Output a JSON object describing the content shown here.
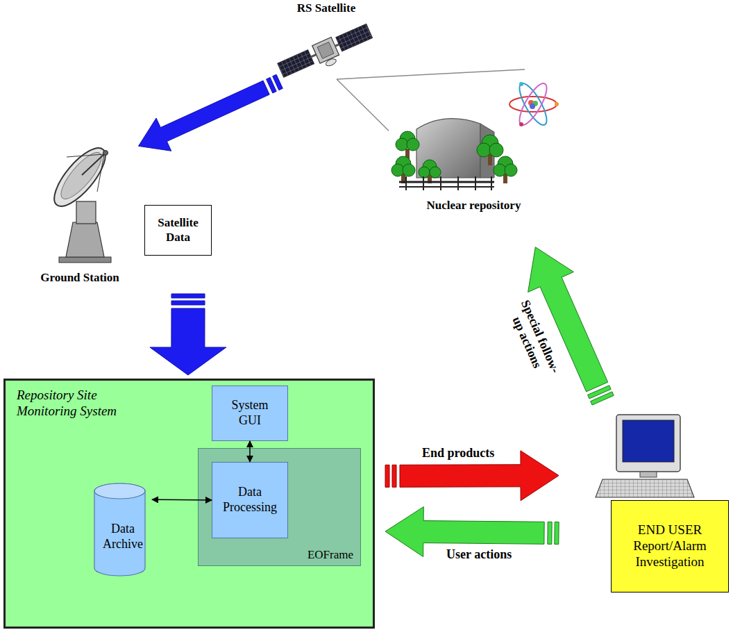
{
  "diagram": {
    "nodes": [
      {
        "text": [
          "RS Satellite"
        ]
      },
      {
        "text": [
          "Ground Station"
        ]
      },
      {
        "text": [
          "Satellite Data"
        ]
      },
      {
        "text": [
          "Nuclear repository"
        ]
      },
      {
        "text": [
          "Repository Site Monitoring System"
        ]
      },
      {
        "text": [
          "System GUI"
        ],
        "in": 4
      },
      {
        "text": [
          "EOFrame"
        ],
        "in": 4
      },
      {
        "text": [
          "Data Processing"
        ],
        "in": 6
      },
      {
        "text": [
          "Data Archive"
        ],
        "in": 4
      },
      {
        "text": [
          "END USER Report/Alarm Investigation"
        ]
      }
    ],
    "edges": [
      {
        "from": 0,
        "to": 1,
        "arrow": "to"
      },
      {
        "from": 0,
        "to": 3,
        "arrow": "none"
      },
      {
        "from": 2,
        "to": 4,
        "arrow": "to"
      },
      {
        "from": 5,
        "to": 7,
        "arrow": "both"
      },
      {
        "from": 8,
        "to": 7,
        "arrow": "both"
      },
      {
        "from": 4,
        "to": 9,
        "arrow": "to",
        "label": "End products"
      },
      {
        "from": 9,
        "to": 4,
        "arrow": "to",
        "label": "User actions"
      },
      {
        "from": 9,
        "to": 3,
        "arrow": "to",
        "label": "Special follow-up actions"
      }
    ]
  }
}
